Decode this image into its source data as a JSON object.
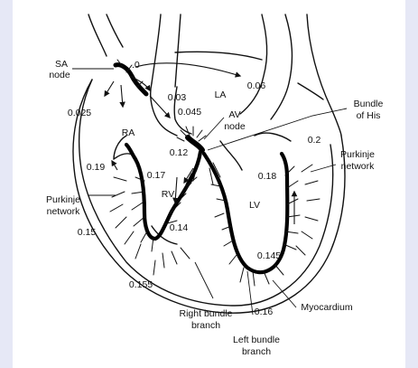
{
  "labels": {
    "sa_node": [
      "SA",
      "node"
    ],
    "av_node": [
      "AV",
      "node"
    ],
    "bundle_of_his": [
      "Bundle",
      "of His"
    ],
    "purkinje_left": [
      "Purkinje",
      "network"
    ],
    "purkinje_right": [
      "Purkinje",
      "network"
    ],
    "right_bundle_branch": [
      "Right bundle",
      "branch"
    ],
    "left_bundle_branch": [
      "Left bundle",
      "branch"
    ],
    "myocardium": "Myocardium",
    "ra": "RA",
    "la": "LA",
    "rv": "RV",
    "lv": "LV"
  },
  "times": {
    "t0": ".0",
    "t0025": "0.025",
    "t003": "0.03",
    "t006": "0.06",
    "t0045": "0.045",
    "t012": "0.12",
    "t017": "0.17",
    "t019": "0.19",
    "t018": "0.18",
    "t02": "0.2",
    "t014": "0.14",
    "t015": "0.15",
    "t0145": "0.145",
    "t0155": "0.155",
    "t016": "0.16"
  }
}
